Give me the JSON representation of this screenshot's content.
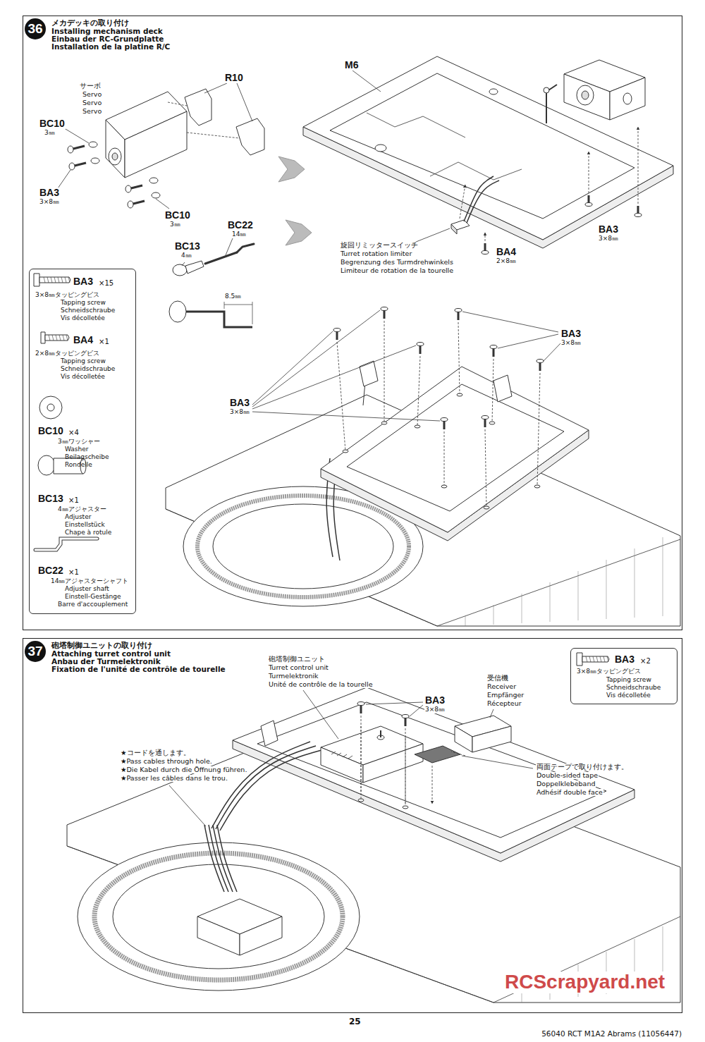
{
  "diagram": {
    "nodes": [
      {
        "text": [
          "36",
          "メカデッキの取り付け",
          "Installing mechanism deck",
          "Einbau der RC-Grundplatte",
          "Installation de la platine R/C"
        ]
      },
      {
        "text": [
          "BA3",
          "×15",
          "3×8㎜タッピングビス",
          "Tapping screw",
          "Schneidschraube",
          "Vis décolletée",
          "BA4",
          "×1",
          "2×8㎜タッピングビス",
          "Tapping screw",
          "Schneidschraube",
          "Vis décolletée",
          "BC10",
          "×4",
          "3㎜ワッシャー",
          "Washer",
          "Beilagscheibe",
          "Rondelle",
          "BC13",
          "×1",
          "4㎜アジャスター",
          "Adjuster",
          "Einstellstück",
          "Chape à rotule",
          "BC22",
          "×1",
          "14㎜アジャスターシャフト",
          "Adjuster shaft",
          "Einstell-Gestänge",
          "Barre d'accouplement"
        ],
        "in": 0
      },
      {
        "text": [
          "37",
          "砲塔制御ユニットの取り付け",
          "Attaching turret control unit",
          "Anbau der Turmelektronik",
          "Fixation de l'unité de contrôle de tourelle"
        ]
      },
      {
        "text": [
          "BA3",
          "×2",
          "3×8㎜タッピングビス",
          "Tapping screw",
          "Schneidschraube",
          "Vis décolletée"
        ],
        "in": 2
      }
    ],
    "labels": [
      "サーボ",
      "Servo",
      "Servo",
      "Servo",
      "R10",
      "BC10",
      "3㎜",
      "BA3",
      "3×8㎜",
      "BC10",
      "3㎜",
      "M6",
      "BC22",
      "14㎜",
      "BC13",
      "4㎜",
      "8.5㎜",
      "旋回リミッタースイッチ",
      "Turret rotation limiter",
      "Begrenzung des Turmdrehwinkels",
      "Limiteur de rotation de la tourelle",
      "BA4",
      "2×8㎜",
      "BA3",
      "3×8㎜",
      "BA3",
      "3×8㎜",
      "BA3",
      "3×8㎜",
      "砲塔制御ユニット",
      "Turret control unit",
      "Turmelektronik",
      "Unité de contrôle de la tourelle",
      "BA3",
      "3×8㎜",
      "受信機",
      "Receiver",
      "Empfänger",
      "Récepteur",
      "★コードを通します。",
      "★Pass cables through hole.",
      "★Die Kabel durch die Öffnung führen.",
      "★Passer les câbles dans le trou.",
      "両面テープで取り付けます。",
      "Double-sided tape",
      "Doppelklebeband",
      "Adhésif double face",
      "25",
      "56040 RCT M1A2 Abrams (11056447)",
      "RCScrapyard.net"
    ]
  }
}
